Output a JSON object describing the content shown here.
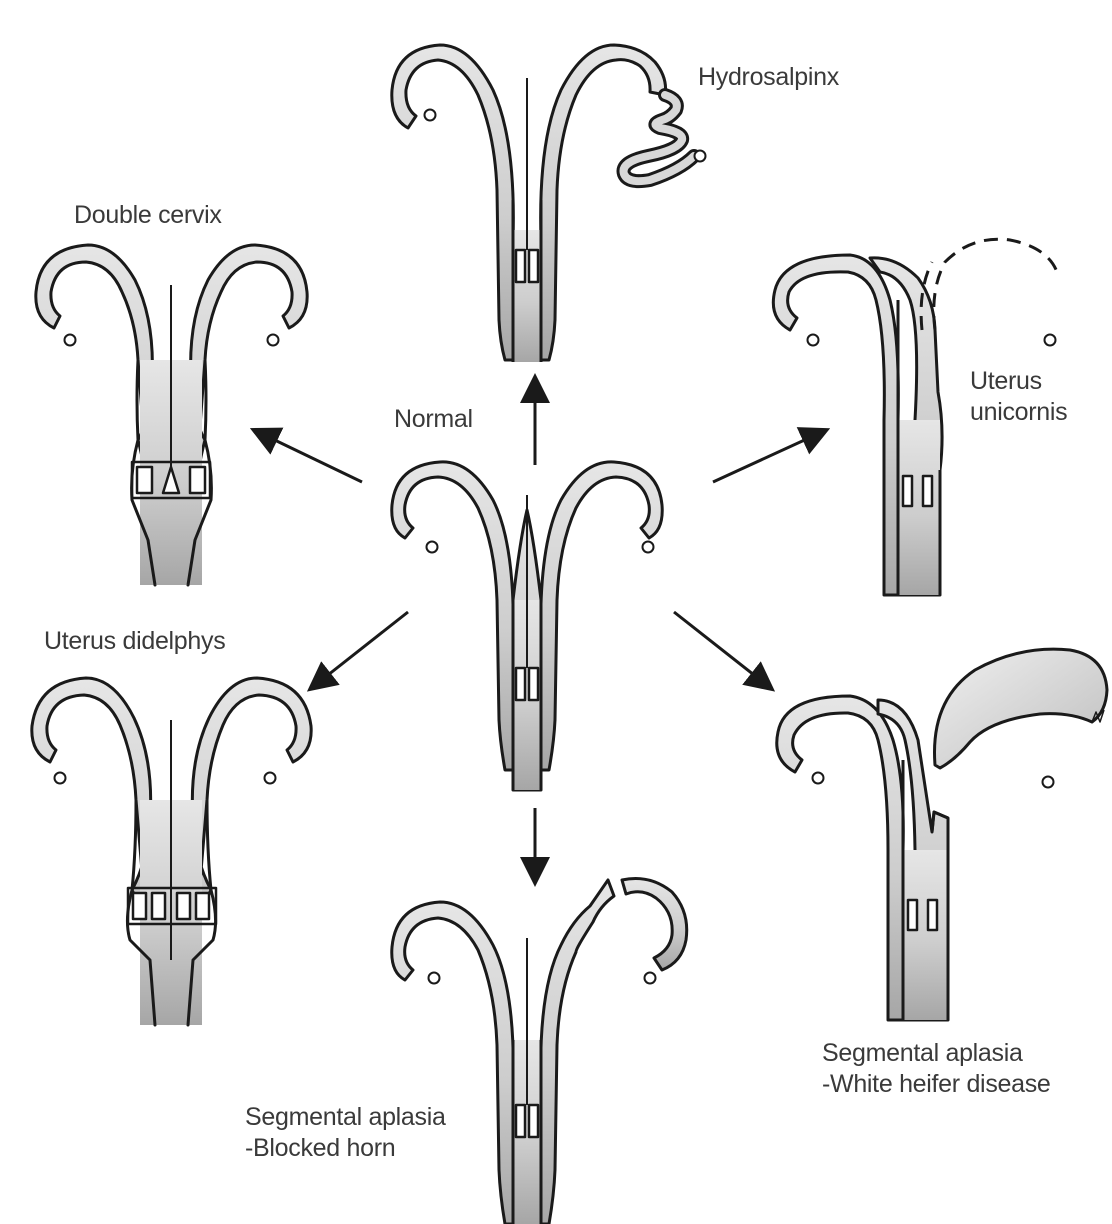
{
  "labels": {
    "normal": "Normal",
    "hydrosalpinx": "Hydrosalpinx",
    "double_cervix": "Double cervix",
    "uterus_unicornis_line1": "Uterus",
    "uterus_unicornis_line2": "unicornis",
    "uterus_didelphys": "Uterus didelphys",
    "white_heifer_line1": "Segmental aplasia",
    "white_heifer_line2": "-White heifer disease",
    "blocked_horn_line1": "Segmental aplasia",
    "blocked_horn_line2": "-Blocked horn"
  },
  "colors": {
    "stroke": "#1a1a1a",
    "fill_light": "#d2d2d2",
    "fill_dark": "#9a9a9a",
    "text": "#3a3a3a"
  }
}
